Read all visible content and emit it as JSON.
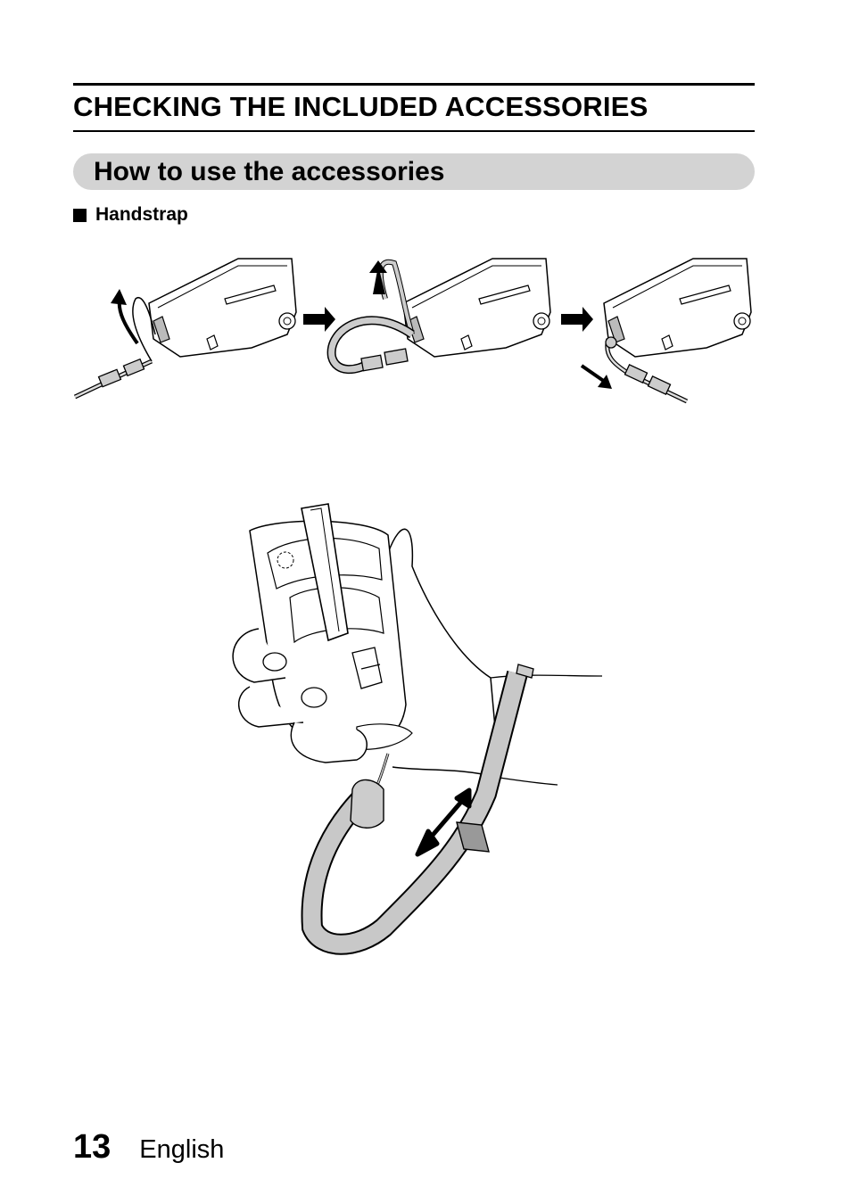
{
  "header": {
    "section_title": "CHECKING THE INCLUDED ACCESSORIES",
    "subsection_title": "How to use the accessories"
  },
  "content": {
    "item_label": "Handstrap"
  },
  "colors": {
    "banner": "#d3d3d3",
    "strap": "#c8c8c8",
    "ink": "#000000"
  },
  "footer": {
    "page_number": "13",
    "language": "English"
  }
}
